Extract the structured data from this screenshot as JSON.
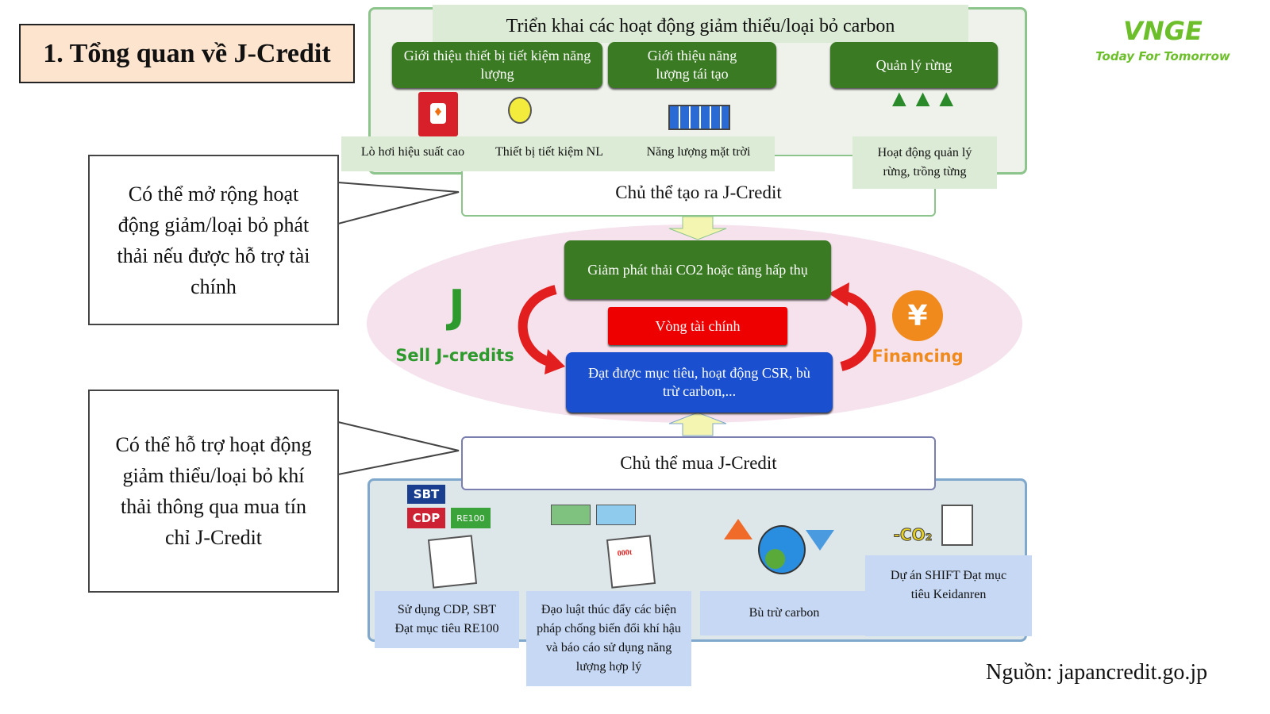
{
  "title": "1. Tổng quan về J-Credit",
  "logo": {
    "brand": "VNGE",
    "tagline": "Today For Tomorrow"
  },
  "callouts": [
    "Có thể mở rộng hoạt động giảm/loại bỏ phát thải nếu được hỗ trợ tài chính",
    "Có thể hỗ trợ hoạt động giảm thiểu/loại bỏ khí thải thông qua mua tín chỉ J-Credit"
  ],
  "top": {
    "heading": "Triển khai các hoạt động giảm thiểu/loại bỏ carbon",
    "categories": [
      "Giới thiệu thiết bị tiết kiệm năng lượng",
      "Giới thiệu năng lượng tái tạo",
      "Quản lý rừng"
    ],
    "items": [
      "Lò hơi hiệu suất cao",
      "Thiết bị tiết kiệm NL",
      "Năng lượng mặt trời",
      "Hoạt động quản lý rừng, trồng từng"
    ],
    "creator": "Chủ thể tạo ra J-Credit"
  },
  "cycle": {
    "reduce": "Giảm phát thải CO2 hoặc tăng hấp thụ",
    "finance_loop": "Vòng tài chính",
    "achieve": "Đạt được mục tiêu, hoạt động CSR, bù trừ carbon,...",
    "sell": "Sell J-credits",
    "financing": "Financing",
    "yen": "¥"
  },
  "bottom": {
    "buyer": "Chủ thể mua  J-Credit",
    "badges": [
      "SBT",
      "CDP",
      "RE100"
    ],
    "doc_mark": "000t",
    "co2": "-CO₂",
    "items": [
      "Sử dụng CDP, SBT Đạt mục tiêu RE100",
      "Đạo luật thúc đẩy các biện pháp chống biến đổi khí hậu  và báo cáo sử dụng năng lượng hợp lý",
      "Bù trừ carbon",
      "Dự án SHIFT Đạt mục tiêu Keidanren"
    ]
  },
  "source": "Nguồn: japancredit.go.jp",
  "colors": {
    "green": "#3a7a22",
    "red": "#ee0000",
    "blue": "#1a4fcf",
    "orange": "#f08a1c"
  }
}
